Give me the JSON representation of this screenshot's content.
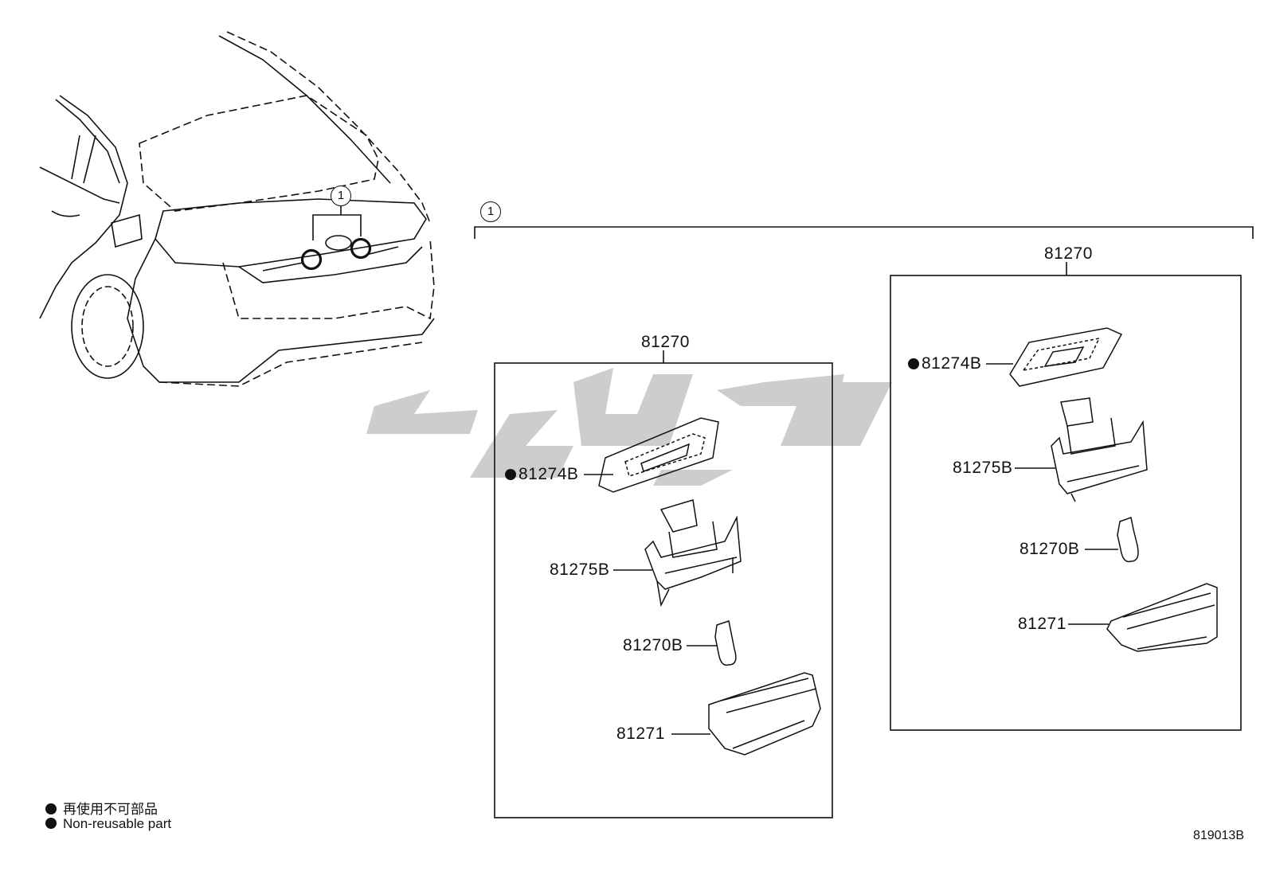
{
  "callout": "1",
  "groups": [
    {
      "assembly": "81270",
      "parts": [
        {
          "number": "81274B",
          "non_reusable": true
        },
        {
          "number": "81275B",
          "non_reusable": false
        },
        {
          "number": "81270B",
          "non_reusable": false
        },
        {
          "number": "81271",
          "non_reusable": false
        }
      ]
    },
    {
      "assembly": "81270",
      "parts": [
        {
          "number": "81274B",
          "non_reusable": true
        },
        {
          "number": "81275B",
          "non_reusable": false
        },
        {
          "number": "81270B",
          "non_reusable": false
        },
        {
          "number": "81271",
          "non_reusable": false
        }
      ]
    }
  ],
  "legend": {
    "line_jp": "再使用不可部品",
    "line_en": "Non-reusable part"
  },
  "diagram_code": "819013B",
  "colors": {
    "line": "#111111",
    "watermark": "#c8c8c8"
  }
}
